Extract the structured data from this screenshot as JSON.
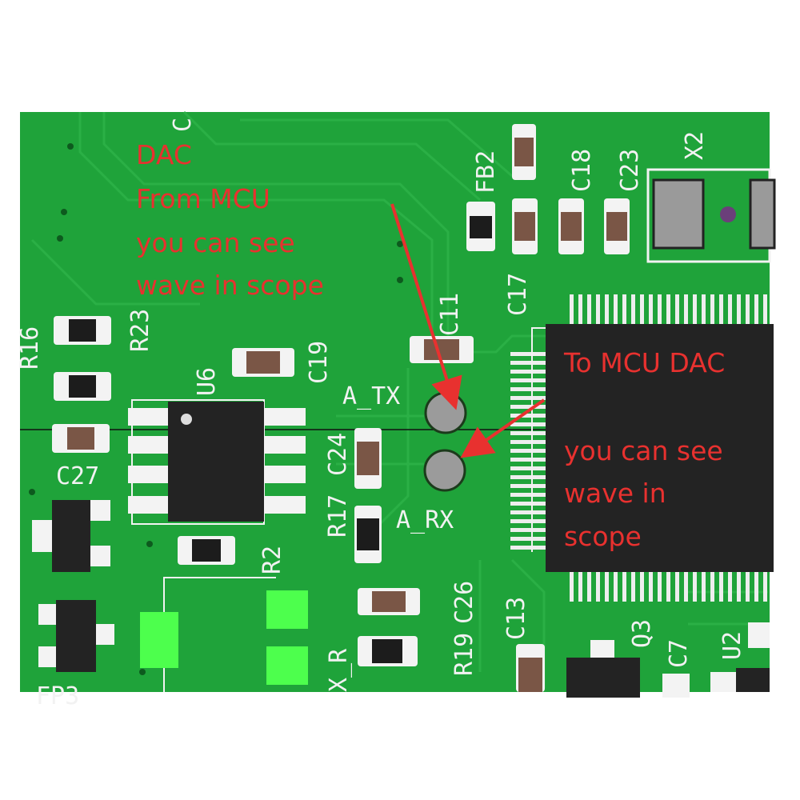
{
  "colors": {
    "board": "#1fa33a",
    "silkscreen": "#f2f2f2",
    "annotation": "#e8312f",
    "chip": "#232323",
    "capacitor": "#7a5646"
  },
  "annotations": {
    "dac_note": [
      "DAC",
      "From MCU",
      "you can see",
      "wave in scope"
    ],
    "mcu_note": [
      "To MCU DAC",
      "you can see",
      "wave in",
      "scope"
    ]
  },
  "test_points": {
    "tx": "A_TX",
    "rx": "A_RX"
  },
  "designators": {
    "fb2": "FB2",
    "c18": "C18",
    "c23": "C23",
    "x2": "X2",
    "r16": "R16",
    "r23": "R23",
    "u6": "U6",
    "c19": "C19",
    "c11": "C11",
    "c17": "C17",
    "c27": "C27",
    "c24": "C24",
    "r17": "R17",
    "r2": "R2",
    "x_r": "X_R",
    "c26": "C26",
    "r19": "R19",
    "c13": "C13",
    "q3": "Q3",
    "c7": "C7",
    "u2": "U2",
    "fp3": "FP3",
    "c_top": "C"
  }
}
